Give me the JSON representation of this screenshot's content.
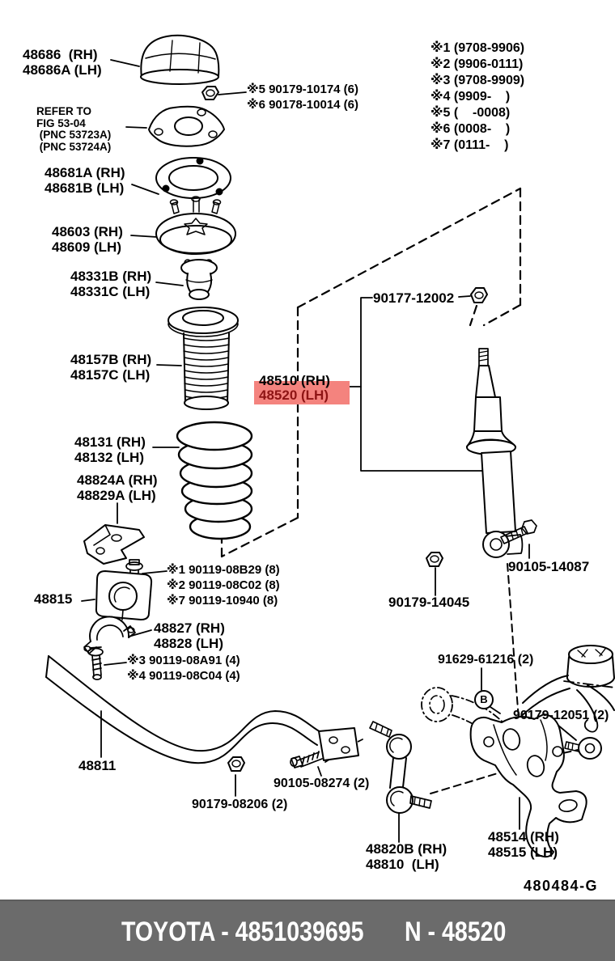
{
  "production_periods": [
    "※1 (9708-9906)",
    "※2 (9906-0111)",
    "※3 (9708-9909)",
    "※4 (9909-    )",
    "※5 (    -0008)",
    "※6 (0008-    )",
    "※7 (0111-    )"
  ],
  "callouts": {
    "support_cap": "48686  (RH)\n48686A (LH)",
    "upper_nuts": "※5 90179-10174 (6)\n※6 90178-10014 (6)",
    "refer_note": "REFER TO\nFIG 53-04\n (PNC 53723A)\n (PNC 53724A)",
    "spring_seat": "48681A (RH)\n48681B (LH)",
    "suspension_support": "48603 (RH)\n48609 (LH)",
    "spring_bumper": "48331B (RH)\n48331C (LH)",
    "dust_boot": "48157B (RH)\n48157C (LH)",
    "absorber_rh": "48510 (RH)",
    "absorber_lh": "48520 (LH)",
    "piston_nut": "90177-12002",
    "coil_spring": "48131 (RH)\n48132 (LH)",
    "bar_bracket": "48824A (RH)\n48829A (LH)",
    "bracket_bolts": "※1 90119-08B29 (8)\n※2 90119-08C02 (8)\n※7 90119-10940 (8)",
    "bar_bushing": "48815",
    "bar_clamp": "48827 (RH)\n48828 (LH)",
    "clamp_bolts": "※3 90119-08A91 (4)\n※4 90119-08C04 (4)",
    "absorber_nut": "90179-14045",
    "absorber_bolt": "90105-14087",
    "stabilizer_bar": "48811",
    "link_nut": "90179-08206 (2)",
    "link_bolt": "90105-08274 (2)",
    "stabilizer_link": "48820B (RH)\n48810  (LH)",
    "knuckle": "48514 (RH)\n48515 (LH)",
    "arm_bolts": "91629-61216 (2)",
    "b_mark": "B",
    "knuckle_stud": "90179-12051 (2)",
    "figure_code": "480484-G"
  },
  "footer": {
    "left": "TOYOTA - 4851039695",
    "right": "N - 48520"
  },
  "colors": {
    "highlight_box": "#f4837e",
    "highlight_text": "#8e1414",
    "banner_bg": "#6b6b6b",
    "banner_text": "#ffffff",
    "line": "#000000"
  }
}
